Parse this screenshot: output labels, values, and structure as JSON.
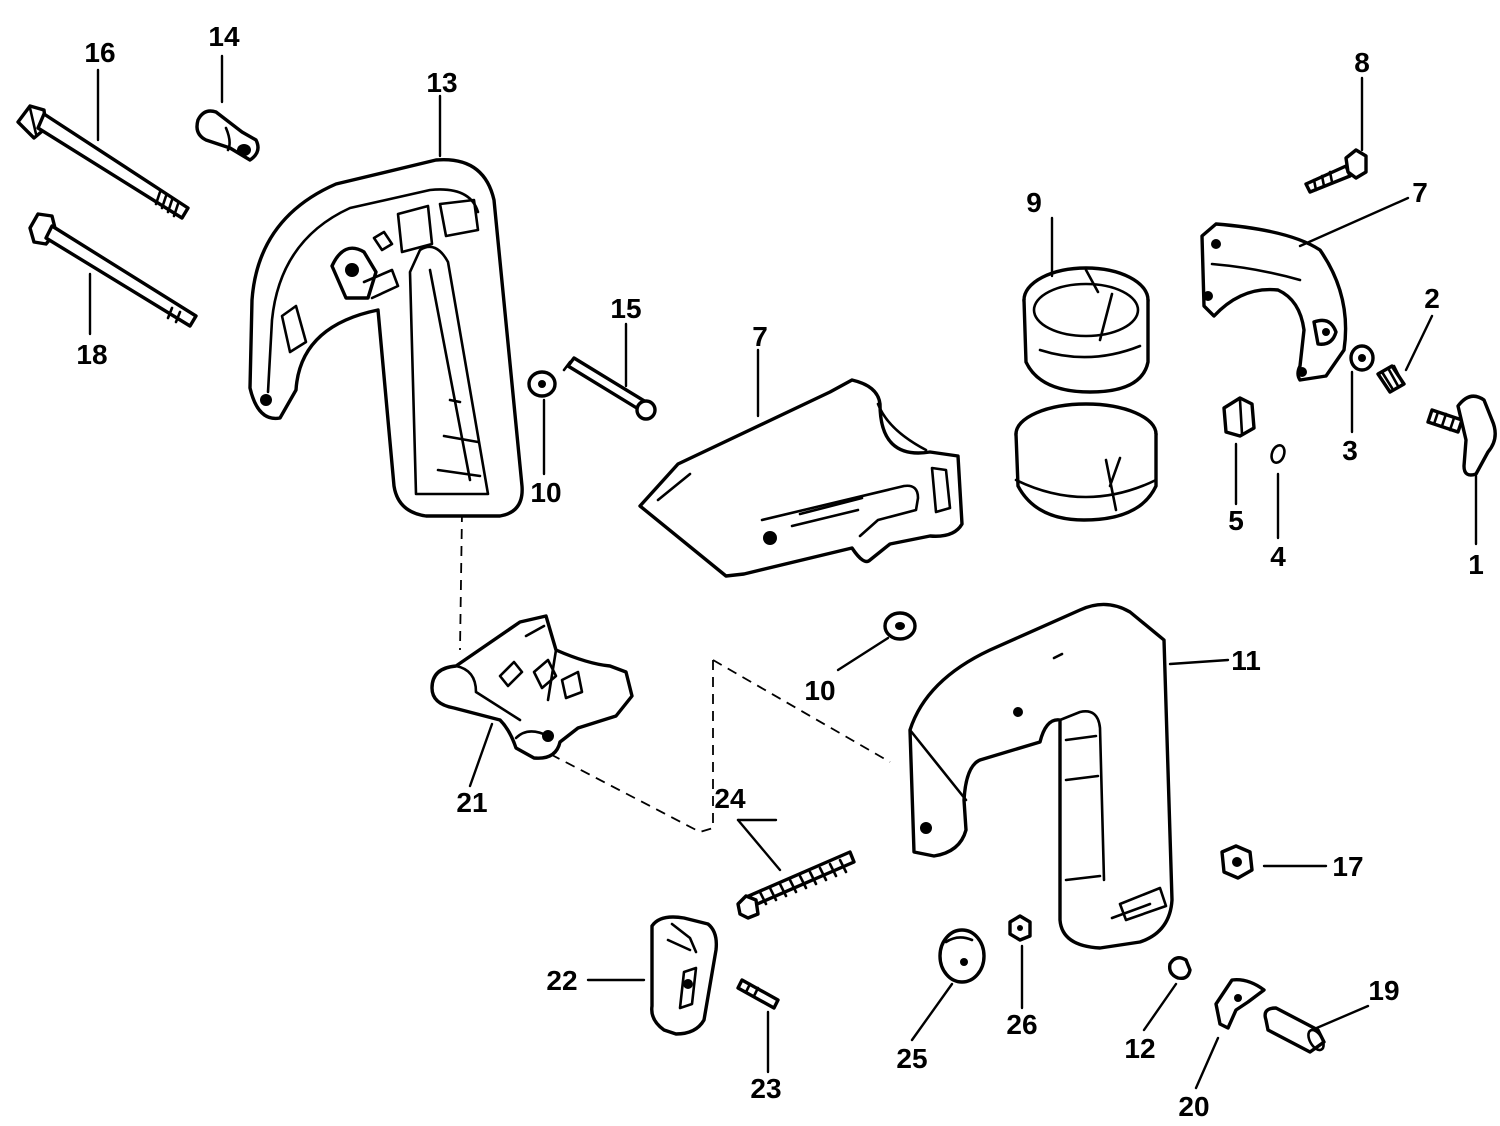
{
  "diagram": {
    "colors": {
      "line": "#000000",
      "background": "#ffffff"
    },
    "callouts": [
      {
        "id": "c1",
        "label": "1"
      },
      {
        "id": "c2",
        "label": "2"
      },
      {
        "id": "c3",
        "label": "3"
      },
      {
        "id": "c4",
        "label": "4"
      },
      {
        "id": "c5",
        "label": "5"
      },
      {
        "id": "c7a",
        "label": "7"
      },
      {
        "id": "c7b",
        "label": "7"
      },
      {
        "id": "c8",
        "label": "8"
      },
      {
        "id": "c9",
        "label": "9"
      },
      {
        "id": "c10a",
        "label": "10"
      },
      {
        "id": "c10b",
        "label": "10"
      },
      {
        "id": "c11",
        "label": "11"
      },
      {
        "id": "c12",
        "label": "12"
      },
      {
        "id": "c13",
        "label": "13"
      },
      {
        "id": "c14",
        "label": "14"
      },
      {
        "id": "c15",
        "label": "15"
      },
      {
        "id": "c16",
        "label": "16"
      },
      {
        "id": "c17",
        "label": "17"
      },
      {
        "id": "c18",
        "label": "18"
      },
      {
        "id": "c19",
        "label": "19"
      },
      {
        "id": "c20",
        "label": "20"
      },
      {
        "id": "c21",
        "label": "21"
      },
      {
        "id": "c22",
        "label": "22"
      },
      {
        "id": "c23",
        "label": "23"
      },
      {
        "id": "c24",
        "label": "24"
      },
      {
        "id": "c25",
        "label": "25"
      },
      {
        "id": "c26",
        "label": "26"
      }
    ]
  }
}
